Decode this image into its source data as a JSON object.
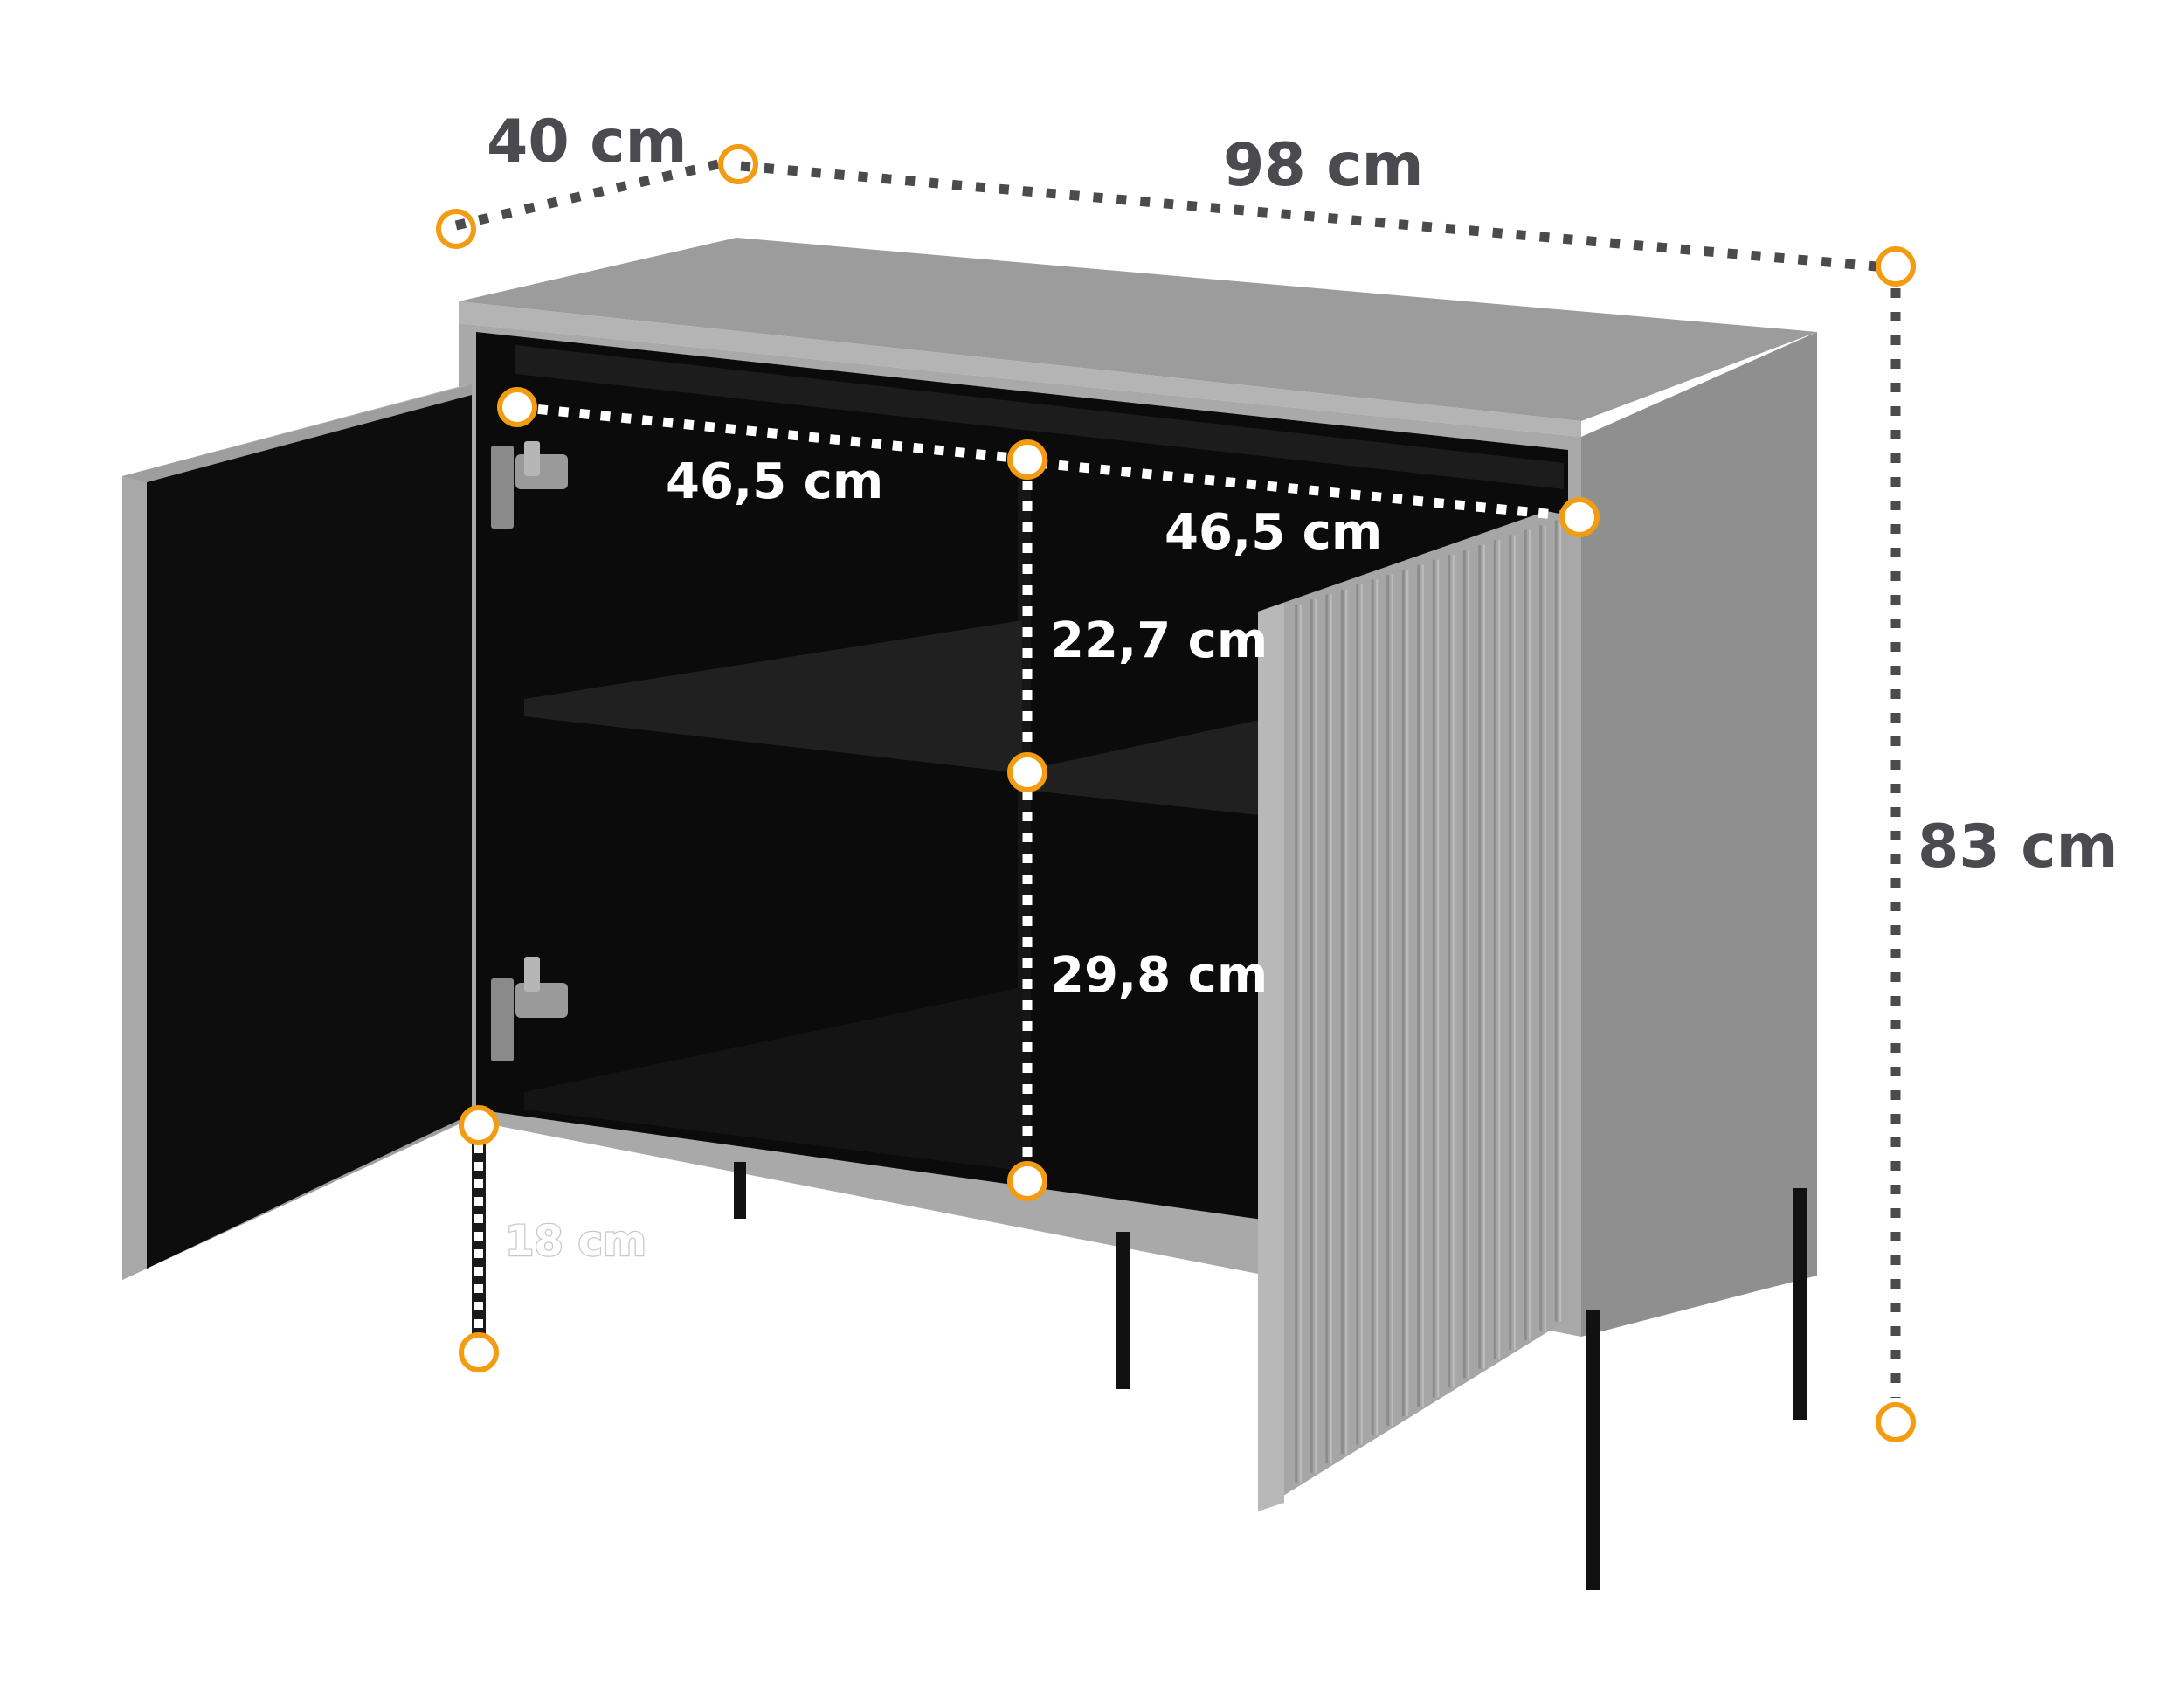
{
  "colors": {
    "cabinet_grey": "#a6a6a6",
    "cabinet_grey_dark": "#8f8f8f",
    "top_grey": "#9c9c9c",
    "interior": "#0b0b0b",
    "marker_orange": "#f39c12",
    "label_dark": "#4a4a4f"
  },
  "dimensions": {
    "depth": {
      "label": "40 cm"
    },
    "width": {
      "label": "98 cm"
    },
    "height": {
      "label": "83 cm"
    },
    "left_inner_width": {
      "label": "46,5 cm"
    },
    "right_inner_width": {
      "label": "46,5 cm"
    },
    "upper_compartment": {
      "label": "22,7 cm"
    },
    "lower_compartment": {
      "label": "29,8 cm"
    },
    "leg_height": {
      "label": "18 cm"
    }
  }
}
